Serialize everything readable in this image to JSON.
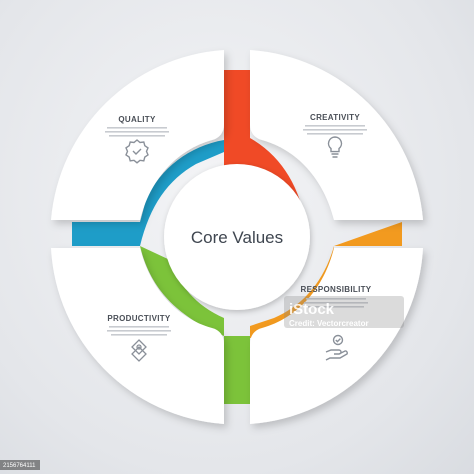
{
  "center_label": "Core Values",
  "quadrants": [
    {
      "key": "quality",
      "title": "QUALITY",
      "icon": "award-badge-icon",
      "color": "#1e9dc8"
    },
    {
      "key": "creativity",
      "title": "CREATIVITY",
      "icon": "lightbulb-icon",
      "color": "#f04a26"
    },
    {
      "key": "productivity",
      "title": "PRODUCTIVITY",
      "icon": "puzzle-icon",
      "color": "#7cc33a"
    },
    {
      "key": "responsibility",
      "title": "RESPONSIBILITY",
      "icon": "hand-check-icon",
      "color": "#f29a1f"
    }
  ],
  "watermark": {
    "brand": "iStock",
    "credit": "Credit: Vectorcreator",
    "image_id": "2156764111"
  }
}
